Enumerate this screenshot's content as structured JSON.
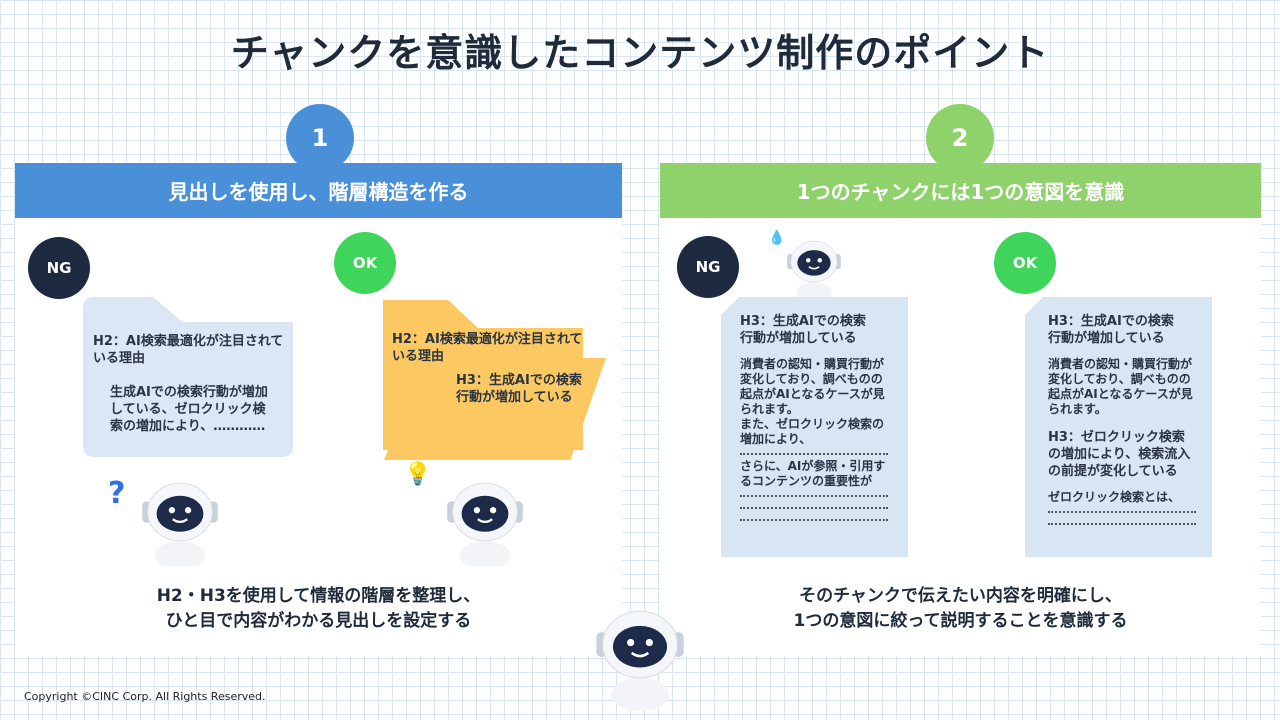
{
  "title": "チャンクを意識したコンテンツ制作のポイント",
  "sections": [
    {
      "number": "1",
      "heading": "見出しを使用し、階層構造を作る",
      "color": "#4a90d9",
      "ng_label": "NG",
      "ok_label": "OK",
      "ng_card": {
        "h2": [
          "H2：AI検索最適化が注目されて",
          "いる理由"
        ],
        "body": [
          "生成AIでの検索行動が増加",
          "している、ゼロクリック検",
          "索の増加により、…………"
        ]
      },
      "ok_card": {
        "h2": [
          "H2：AI検索最適化が注目されて",
          "いる理由"
        ],
        "h3": [
          "H3：生成AIでの検索",
          "行動が増加している"
        ]
      },
      "caption": [
        "H2・H3を使用して情報の階層を整理し、",
        "ひと目で内容がわかる見出しを設定する"
      ]
    },
    {
      "number": "2",
      "heading": "1つのチャンクには1つの意図を意識",
      "color": "#8fd16a",
      "ng_label": "NG",
      "ok_label": "OK",
      "ng_card": {
        "h3": [
          "H3：生成AIでの検索",
          "行動が増加している"
        ],
        "p1": [
          "消費者の認知・購買行動が",
          "変化しており、調べものの",
          "起点がAIとなるケースが見",
          "られます。"
        ],
        "p2": [
          "また、ゼロクリック検索の",
          "増加により、"
        ],
        "p3": [
          "さらに、AIが参照・引用す",
          "るコンテンツの重要性が"
        ]
      },
      "ok_card": {
        "h3": [
          "H3：生成AIでの検索",
          "行動が増加している"
        ],
        "p1": [
          "消費者の認知・購買行動が",
          "変化しており、調べものの",
          "起点がAIとなるケースが見",
          "られます。"
        ],
        "h3b": [
          "H3：ゼロクリック検索",
          "の増加により、検索流入",
          "の前提が変化している"
        ],
        "p2": "ゼロクリック検索とは、"
      },
      "caption": [
        "そのチャンクで伝えたい内容を明確にし、",
        "1つの意図に絞って説明することを意識する"
      ]
    }
  ],
  "footer": "Copyright ©CINC Corp. All Rights Reserved."
}
